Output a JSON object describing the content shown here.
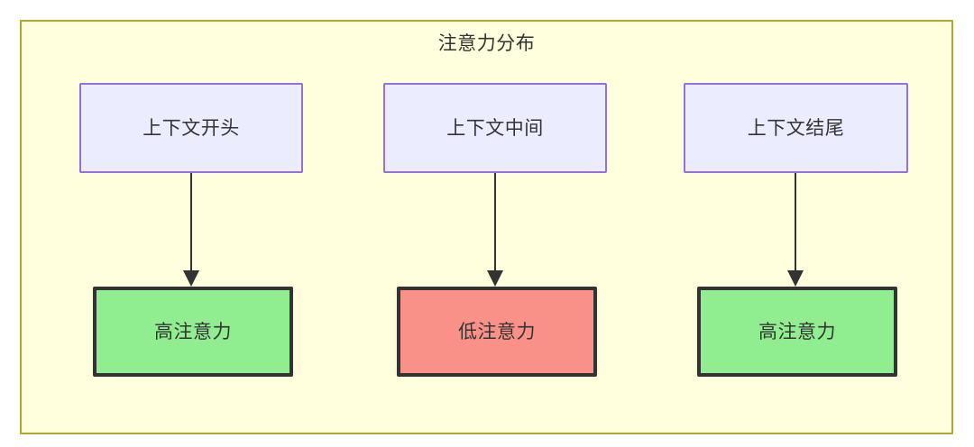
{
  "diagram": {
    "type": "flowchart",
    "title": "注意力分布",
    "orientation": "left-to-right columns, top-to-bottom flow",
    "container": {
      "label": "注意力分布",
      "fill_color": "#ffffde",
      "border_color": "#aaaa33"
    },
    "palette": {
      "context_fill": "#ececff",
      "context_border": "#9370db",
      "high_attention_fill": "#90ee90",
      "low_attention_fill": "#fa9189",
      "node_border_dark": "#333333",
      "text_color": "#333333",
      "edge_color": "#333333"
    },
    "nodes": [
      {
        "id": "ctx-start",
        "label": "上下文开头",
        "row": "top",
        "column": 1,
        "shape": "rectangle",
        "style": "context"
      },
      {
        "id": "ctx-middle",
        "label": "上下文中间",
        "row": "top",
        "column": 2,
        "shape": "rectangle",
        "style": "context"
      },
      {
        "id": "ctx-end",
        "label": "上下文结尾",
        "row": "top",
        "column": 3,
        "shape": "rectangle",
        "style": "context"
      },
      {
        "id": "attn-start",
        "label": "高注意力",
        "row": "bottom",
        "column": 1,
        "shape": "rectangle",
        "style": "high-attention"
      },
      {
        "id": "attn-middle",
        "label": "低注意力",
        "row": "bottom",
        "column": 2,
        "shape": "rectangle",
        "style": "low-attention"
      },
      {
        "id": "attn-end",
        "label": "高注意力",
        "row": "bottom",
        "column": 3,
        "shape": "rectangle",
        "style": "high-attention"
      }
    ],
    "edges": [
      {
        "id": "edge-1",
        "from": "ctx-start",
        "to": "attn-start",
        "label": "",
        "arrow": "solid-triangle"
      },
      {
        "id": "edge-2",
        "from": "ctx-middle",
        "to": "attn-middle",
        "label": "",
        "arrow": "solid-triangle"
      },
      {
        "id": "edge-3",
        "from": "ctx-end",
        "to": "attn-end",
        "label": "",
        "arrow": "solid-triangle"
      }
    ]
  }
}
